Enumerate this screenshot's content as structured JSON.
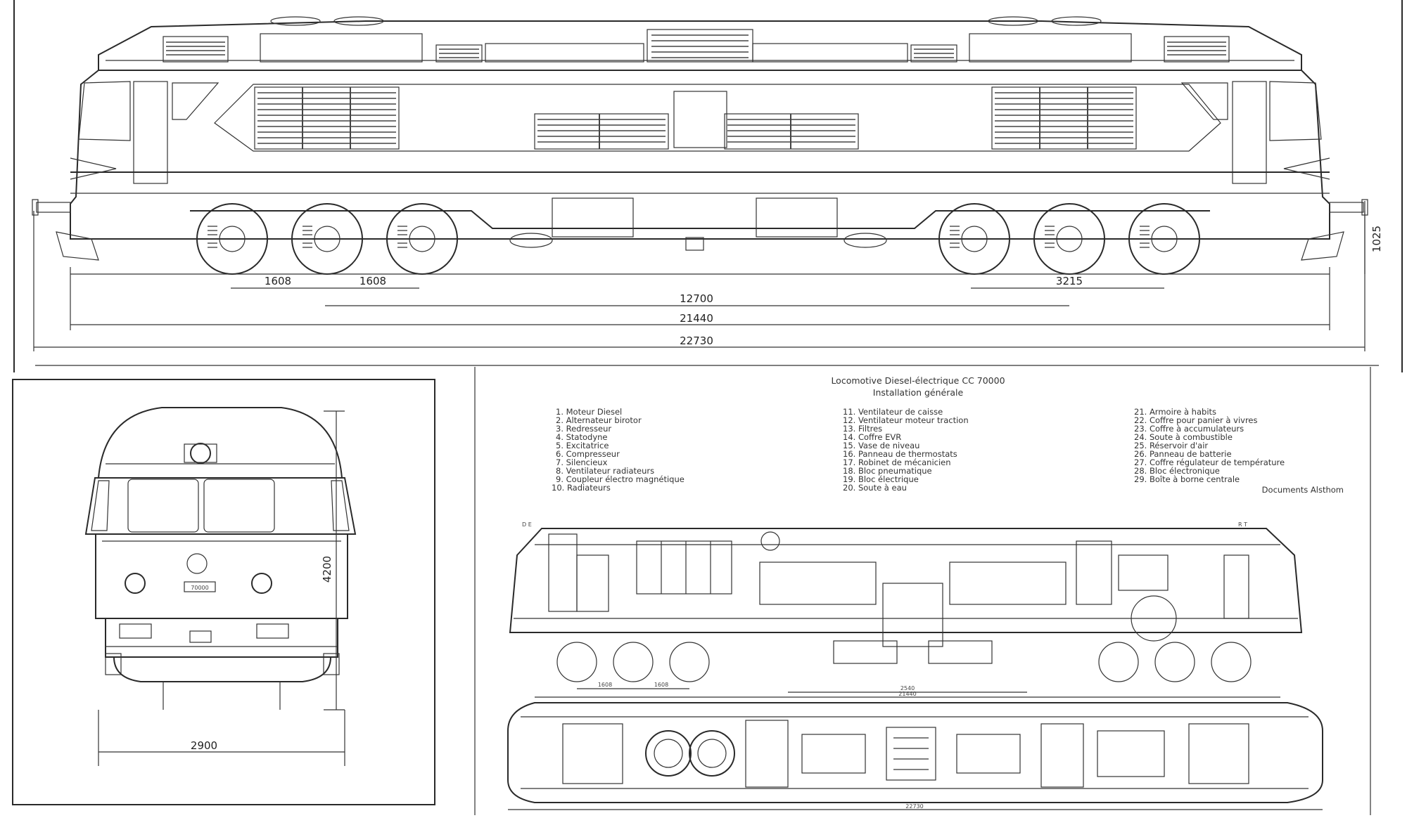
{
  "side_view": {
    "dimensions": {
      "axle_spacing_1": "1608",
      "axle_spacing_2": "1608",
      "bogie_span": "3215",
      "bogie_centres": "12700",
      "length_body": "21440",
      "length_overall": "22730",
      "buffer_height": "1025"
    }
  },
  "front_view": {
    "dimensions": {
      "width": "2900",
      "height": "4200"
    },
    "number_plate": "70000"
  },
  "general_arrangement": {
    "title": "Locomotive Diesel-électrique CC 70000",
    "subtitle": "Installation générale",
    "credit": "Documents Alsthom",
    "end_labels": {
      "left": "D E",
      "right": "R T"
    },
    "dimensions": {
      "a": "1608",
      "b": "1608",
      "c": "2540",
      "d": "21440",
      "e": "22730"
    },
    "legend": {
      "col1": [
        "1. Moteur Diesel",
        "2. Alternateur birotor",
        "3. Redresseur",
        "4. Statodyne",
        "5. Excitatrice",
        "6. Compresseur",
        "7. Silencieux",
        "8. Ventilateur radiateurs",
        "9. Coupleur électro magnétique",
        "10. Radiateurs"
      ],
      "col2": [
        "11. Ventilateur de caisse",
        "12. Ventilateur moteur traction",
        "13. Filtres",
        "14. Coffre EVR",
        "15. Vase de niveau",
        "16. Panneau de thermostats",
        "17. Robinet de mécanicien",
        "18. Bloc pneumatique",
        "19. Bloc électrique",
        "20. Soute à eau"
      ],
      "col3": [
        "21. Armoire à habits",
        "22. Coffre pour panier à vivres",
        "23. Coffre à accumulateurs",
        "24. Soute à combustible",
        "25. Réservoir d'air",
        "26. Panneau de batterie",
        "27. Coffre régulateur de température",
        "28. Bloc électronique",
        "29. Boîte à borne centrale"
      ]
    }
  }
}
